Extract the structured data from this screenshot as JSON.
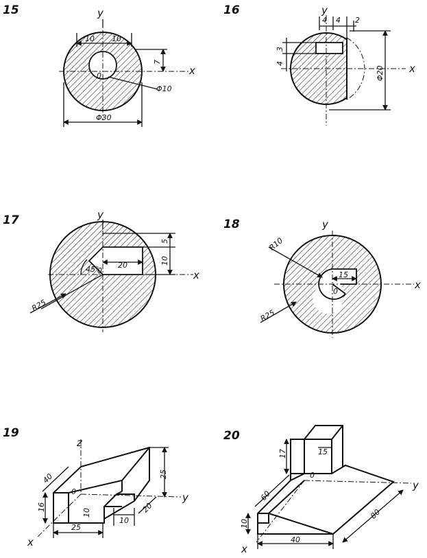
{
  "figures": [
    {
      "number": "15",
      "axes": [
        "y",
        "x"
      ],
      "origin": "0",
      "dims": [
        "10",
        "10",
        "7",
        "Φ10",
        "Φ30"
      ]
    },
    {
      "number": "16",
      "axes": [
        "y",
        "x"
      ],
      "dims": [
        "4",
        "4",
        "2",
        "3",
        "4",
        "Φ20"
      ]
    },
    {
      "number": "17",
      "axes": [
        "y",
        "x"
      ],
      "origin": "0",
      "dims": [
        "5",
        "20",
        "10",
        "45°",
        "R25"
      ]
    },
    {
      "number": "18",
      "axes": [
        "y",
        "x"
      ],
      "origin": "0",
      "dims": [
        "R10",
        "15",
        "R25"
      ]
    },
    {
      "number": "19",
      "axes": [
        "z",
        "y",
        "x"
      ],
      "origin": "0",
      "dims": [
        "40",
        "16",
        "25",
        "10",
        "10",
        "20",
        "25"
      ]
    },
    {
      "number": "20",
      "axes": [
        "y",
        "x"
      ],
      "origin": "0",
      "dims": [
        "17",
        "15",
        "60",
        "10",
        "40",
        "80"
      ]
    }
  ]
}
